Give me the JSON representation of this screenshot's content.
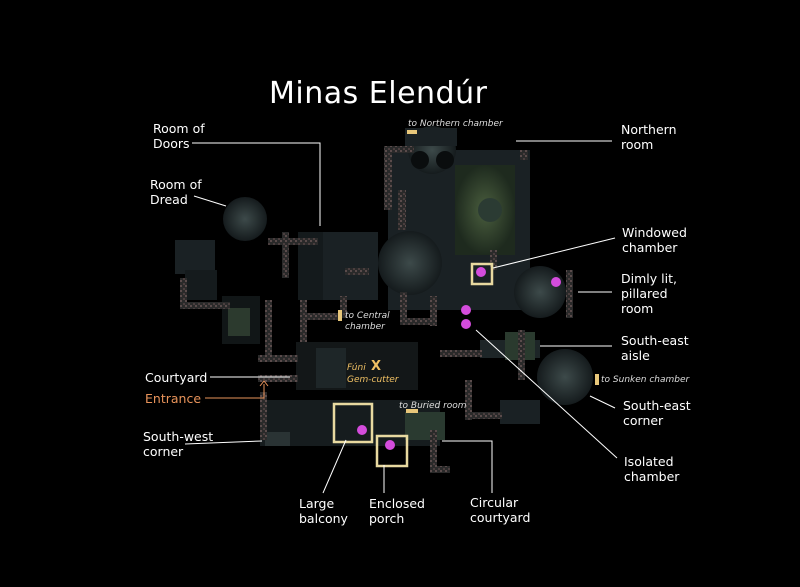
{
  "title": "Minas Elendúr",
  "labels": {
    "room_of_doors": "Room of\nDoors",
    "room_of_dread": "Room of\nDread",
    "courtyard": "Courtyard",
    "entrance": "Entrance",
    "south_west_corner": "South-west\ncorner",
    "large_balcony": "Large\nbalcony",
    "enclosed_porch": "Enclosed\nporch",
    "circular_courtyard": "Circular\ncourtyard",
    "isolated_chamber": "Isolated\nchamber",
    "south_east_corner": "South-east\ncorner",
    "south_east_aisle": "South-east\naisle",
    "dimly_lit_room": "Dimly lit,\npillared\nroom",
    "windowed_chamber": "Windowed\nchamber",
    "northern_room": "Northern\nroom"
  },
  "passages": {
    "to_northern": "to Northern chamber",
    "to_central": "to Central\nchamber",
    "to_buried": "to Buried room",
    "to_sunken": "to Sunken chamber"
  },
  "npc": {
    "name": "Fúni",
    "role": "Gem-cutter",
    "marker": "X"
  },
  "colors": {
    "background": "#000000",
    "room_fill": "#1c2326",
    "marker": "#d44cdc",
    "highlight_box": "#e8d9a0",
    "passage_marker": "#e8c77a",
    "entrance": "#e8935a"
  }
}
